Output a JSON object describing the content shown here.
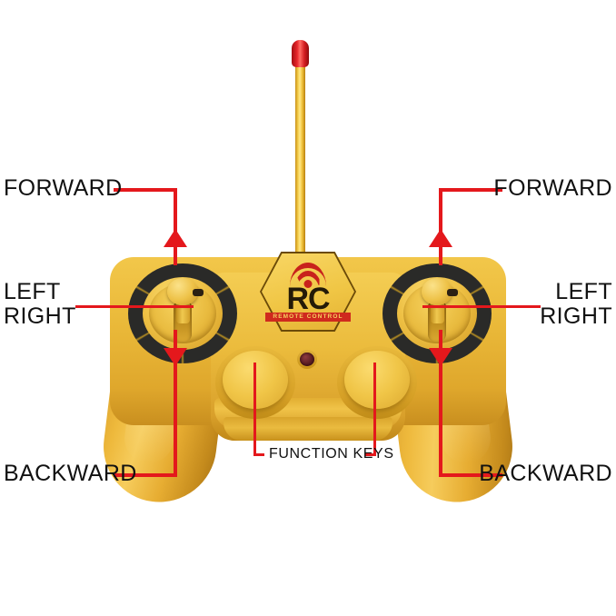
{
  "image": {
    "subject": "RC remote control transmitter diagram",
    "background_color": "#ffffff"
  },
  "product": {
    "badge": {
      "logo_text": "RC",
      "logo_subtitle": "REMOTE CONTROL",
      "signal_icon": "wifi-signal-icon"
    },
    "colors": {
      "body_yellow": "#eab939",
      "body_highlight": "#f8d664",
      "grip_gold": "#d79c2a",
      "ring_black": "#2a2a28",
      "antenna_tip_red": "#e8262a",
      "led_dark_red": "#5d1f24",
      "logo_red": "#c8221c",
      "annotation_red": "#e4181c",
      "label_black": "#111111"
    },
    "parts": [
      "antenna",
      "antenna-tip",
      "left-joystick",
      "right-joystick",
      "left-function-button",
      "right-function-button",
      "power-led",
      "left-grip",
      "right-grip",
      "rc-badge"
    ]
  },
  "annotations": {
    "forward_left": "FORWARD",
    "forward_right": "FORWARD",
    "left_right_left_line1": "LEFT",
    "left_right_left_line2": "RIGHT",
    "left_right_right_line1": "LEFT",
    "left_right_right_line2": "RIGHT",
    "backward_left": "BACKWARD",
    "backward_right": "BACKWARD",
    "function_keys": "FUNCTION KEYS"
  }
}
